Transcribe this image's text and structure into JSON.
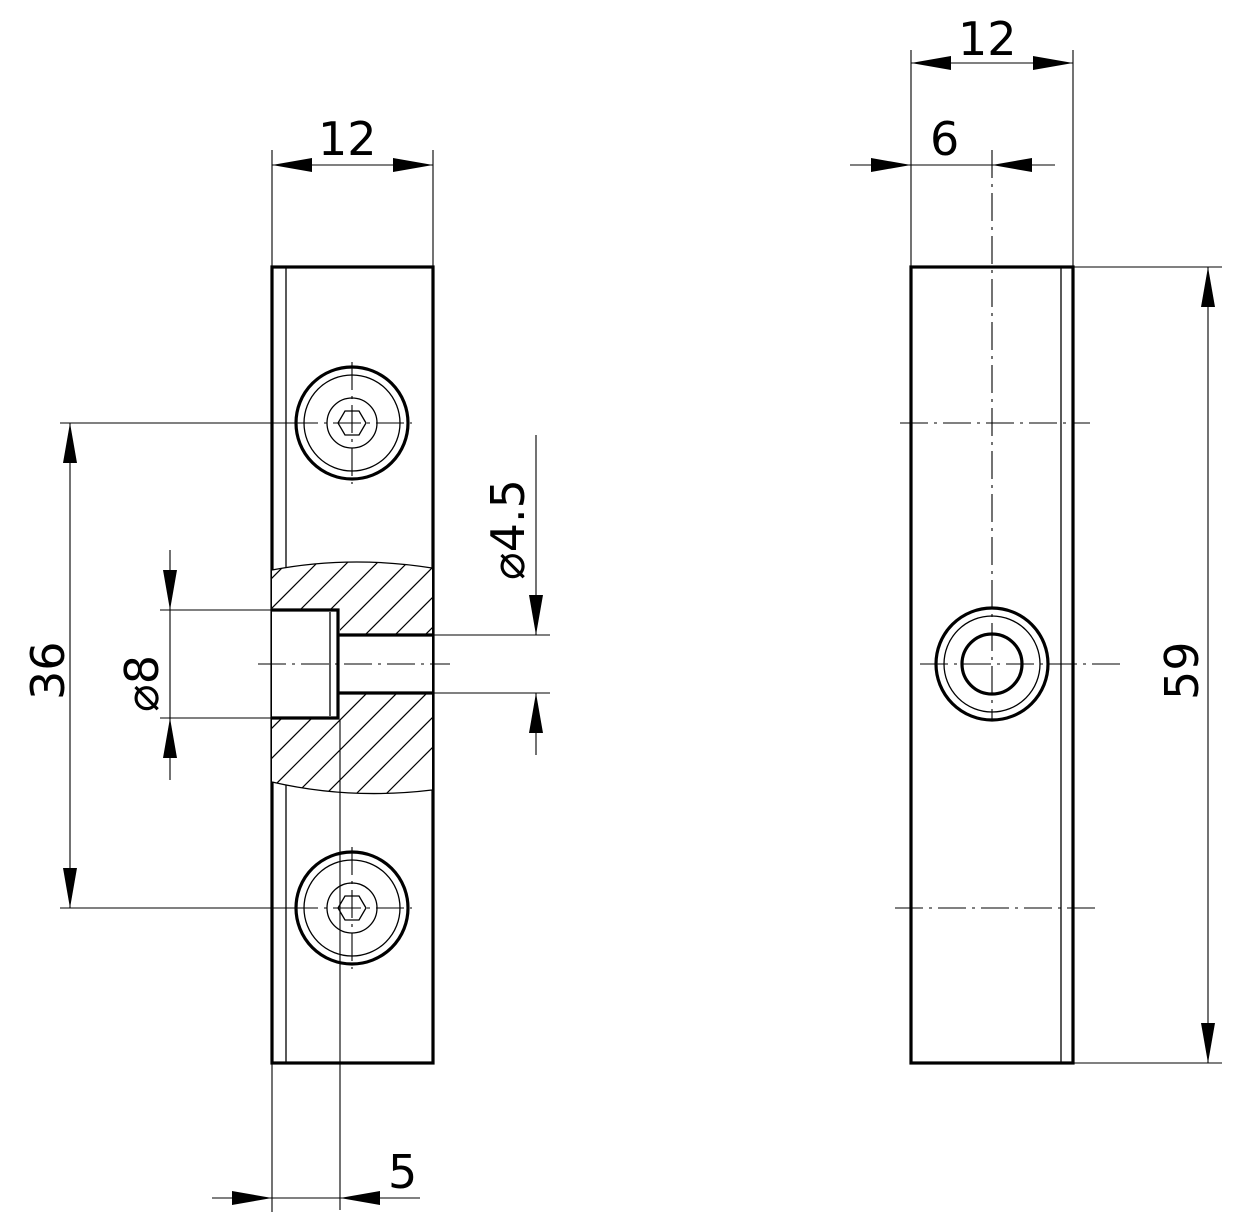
{
  "front_view": {
    "width_dim": "12",
    "pitch_dim": "36",
    "counterbore_dim": "⌀8",
    "hole_dim": "⌀4.5",
    "offset_dim": "5"
  },
  "side_view": {
    "width_dim": "12",
    "center_dim": "6",
    "height_dim": "59"
  }
}
